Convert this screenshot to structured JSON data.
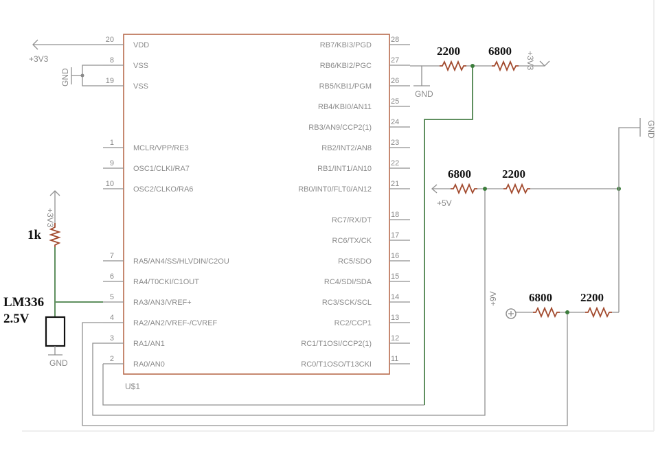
{
  "chip": {
    "name": "U$1",
    "left_pins": [
      {
        "num": "20",
        "label": "VDD"
      },
      {
        "num": "8",
        "label": "VSS"
      },
      {
        "num": "19",
        "label": "VSS"
      },
      {
        "num": "1",
        "label": "MCLR/VPP/RE3"
      },
      {
        "num": "9",
        "label": "OSC1/CLKI/RA7"
      },
      {
        "num": "10",
        "label": "OSC2/CLKO/RA6"
      },
      {
        "num": "7",
        "label": "RA5/AN4/SS/HLVDIN/C2OU"
      },
      {
        "num": "6",
        "label": "RA4/T0CKI/C1OUT"
      },
      {
        "num": "5",
        "label": "RA3/AN3/VREF+"
      },
      {
        "num": "4",
        "label": "RA2/AN2/VREF-/CVREF"
      },
      {
        "num": "3",
        "label": "RA1/AN1"
      },
      {
        "num": "2",
        "label": "RA0/AN0"
      }
    ],
    "right_pins": [
      {
        "num": "28",
        "label": "RB7/KBI3/PGD"
      },
      {
        "num": "27",
        "label": "RB6/KBI2/PGC"
      },
      {
        "num": "26",
        "label": "RB5/KBI1/PGM"
      },
      {
        "num": "25",
        "label": "RB4/KBI0/AN11"
      },
      {
        "num": "24",
        "label": "RB3/AN9/CCP2(1)"
      },
      {
        "num": "23",
        "label": "RB2/INT2/AN8"
      },
      {
        "num": "22",
        "label": "RB1/INT1/AN10"
      },
      {
        "num": "21",
        "label": "RB0/INT0/FLT0/AN12"
      },
      {
        "num": "18",
        "label": "RC7/RX/DT"
      },
      {
        "num": "17",
        "label": "RC6/TX/CK"
      },
      {
        "num": "16",
        "label": "RC5/SDO"
      },
      {
        "num": "15",
        "label": "RC4/SDI/SDA"
      },
      {
        "num": "14",
        "label": "RC3/SCK/SCL"
      },
      {
        "num": "13",
        "label": "RC2/CCP1"
      },
      {
        "num": "12",
        "label": "RC1/T1OSI/CCP2(1)"
      },
      {
        "num": "11",
        "label": "RC0/T1OSO/T13CKI"
      }
    ]
  },
  "nets": {
    "vdd_supply": "+3V3",
    "vss_ground": "GND",
    "ref_supply": "+3V3",
    "ref_ground": "GND",
    "div1_ground": "GND",
    "div1_supply": "+3V3",
    "div2_ground": "GND",
    "div2_supply": "+5V",
    "div3_supply": "+9V"
  },
  "components": {
    "ref_resistor": "1k",
    "ref_diode_name": "LM336",
    "ref_diode_voltage": "2.5V",
    "div1_r1": "2200",
    "div1_r2": "6800",
    "div2_r1": "6800",
    "div2_r2": "2200",
    "div3_r1": "6800",
    "div3_r2": "2200"
  }
}
